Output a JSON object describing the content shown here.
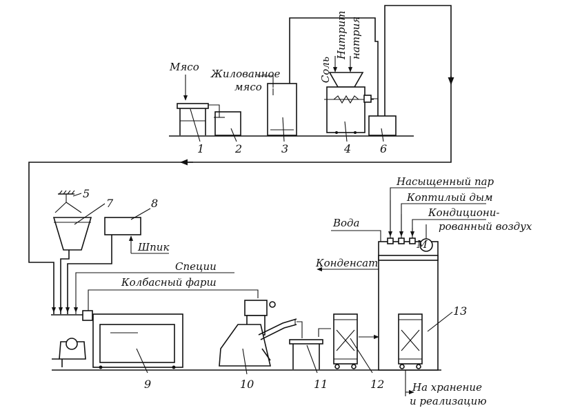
{
  "labels": {
    "meat": "Мясо",
    "trimmed_meat_1": "Жилованное",
    "trimmed_meat_2": "мясо",
    "salt": "Соль",
    "nitrite_1": "Нитрит",
    "nitrite_2": "натрия",
    "saturated_steam": "Насыщенный пар",
    "smoke": "Коптилый дым",
    "conditioned_air_1": "Кондициони-",
    "conditioned_air_2": "рованный воздух",
    "water": "Вода",
    "condensate": "Конденсат",
    "lard": "Шпик",
    "spices": "Специи",
    "sausage_mince": "Колбасный фарш",
    "to_storage_1": "На хранение",
    "to_storage_2": "и реализацию",
    "motor": "М"
  },
  "numbers": {
    "n1": "1",
    "n2": "2",
    "n3": "3",
    "n4": "4",
    "n5": "5",
    "n6": "6",
    "n7": "7",
    "n8": "8",
    "n9": "9",
    "n10": "10",
    "n11": "11",
    "n12": "12",
    "n13": "13"
  }
}
